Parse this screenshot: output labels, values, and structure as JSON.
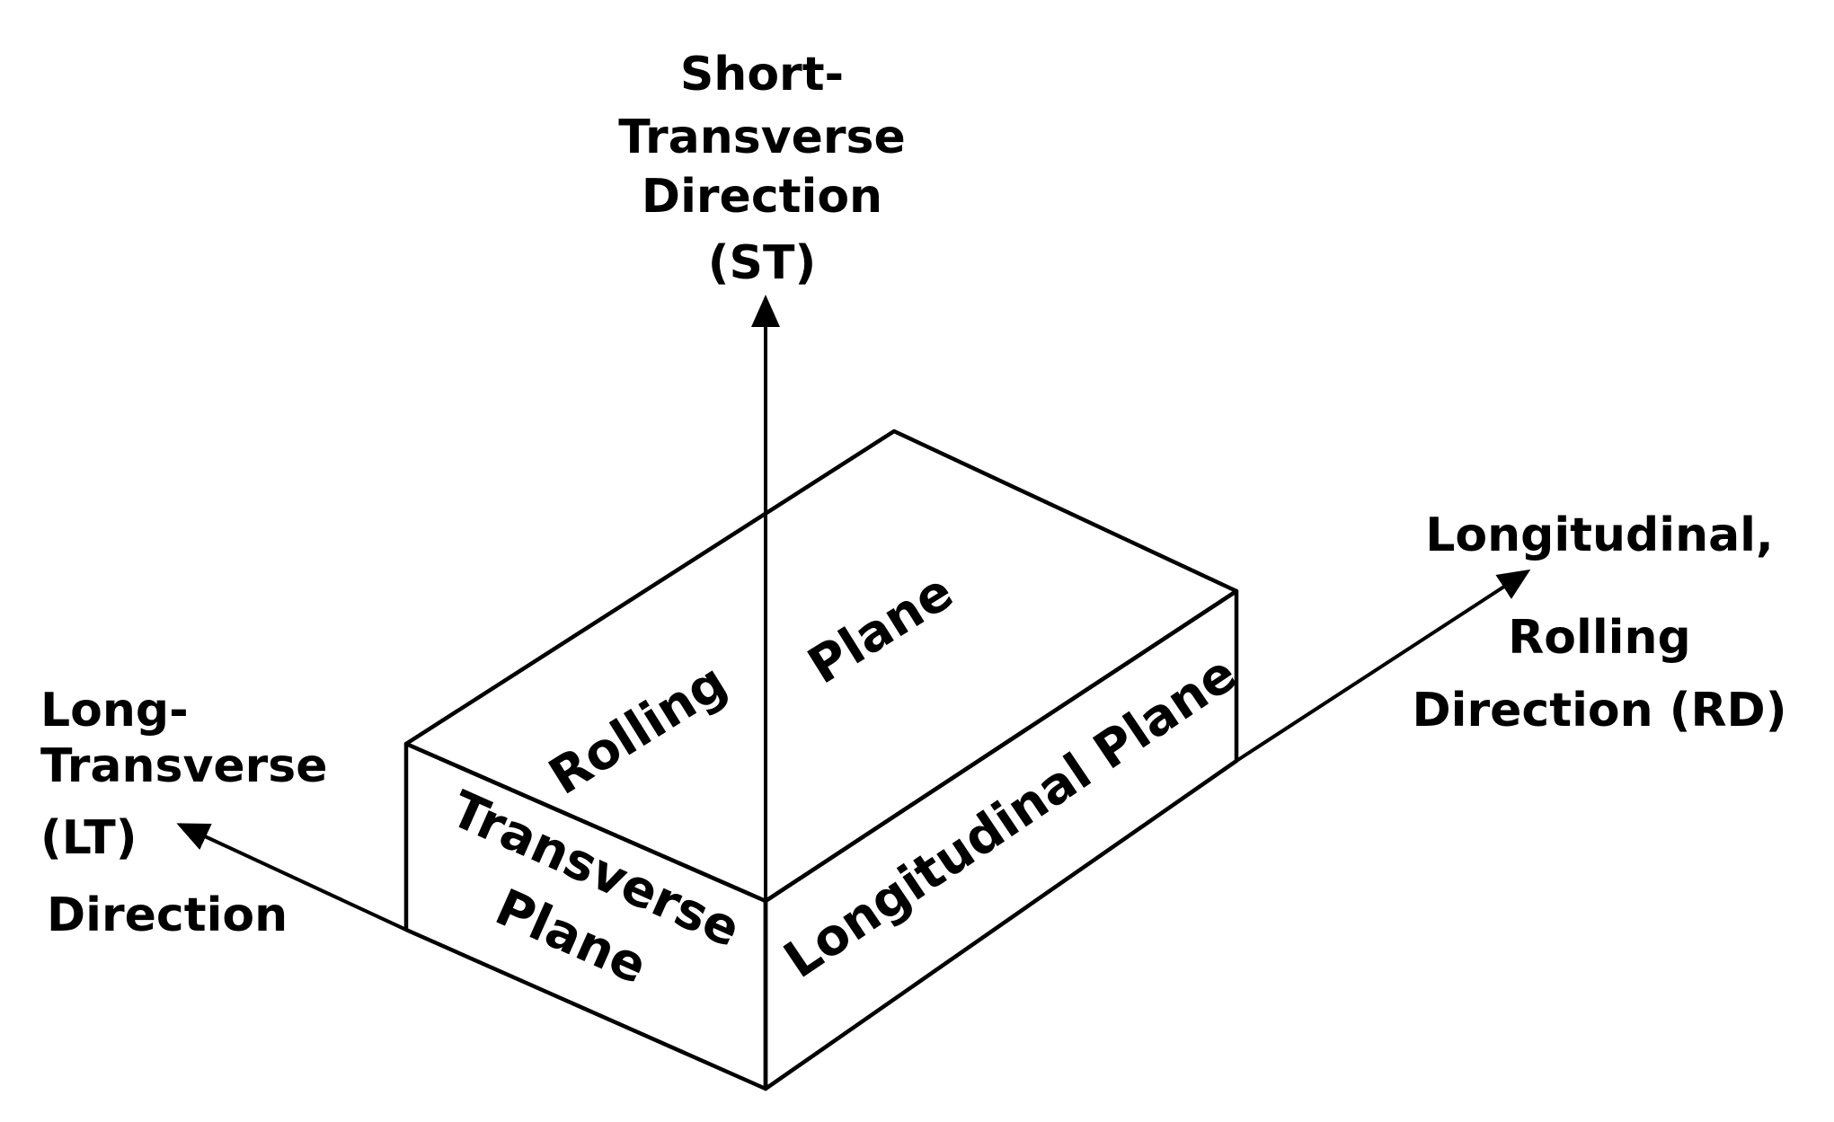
{
  "axes": {
    "short_transverse": {
      "lines": [
        "Short-",
        "Transverse",
        "Direction",
        "(ST)"
      ]
    },
    "long_transverse": {
      "lines": [
        "Long-",
        "Transverse",
        "(LT)",
        "Direction"
      ]
    },
    "longitudinal": {
      "lines": [
        "Longitudinal,",
        "Rolling",
        "Direction (RD)"
      ]
    }
  },
  "planes": {
    "rolling": {
      "word1": "Rolling",
      "word2": "Plane"
    },
    "transverse": {
      "word1": "Transverse",
      "word2": "Plane"
    },
    "longitudinal": {
      "label": "Longitudinal Plane"
    }
  },
  "colors": {
    "line": "#000000",
    "background": "#ffffff"
  }
}
